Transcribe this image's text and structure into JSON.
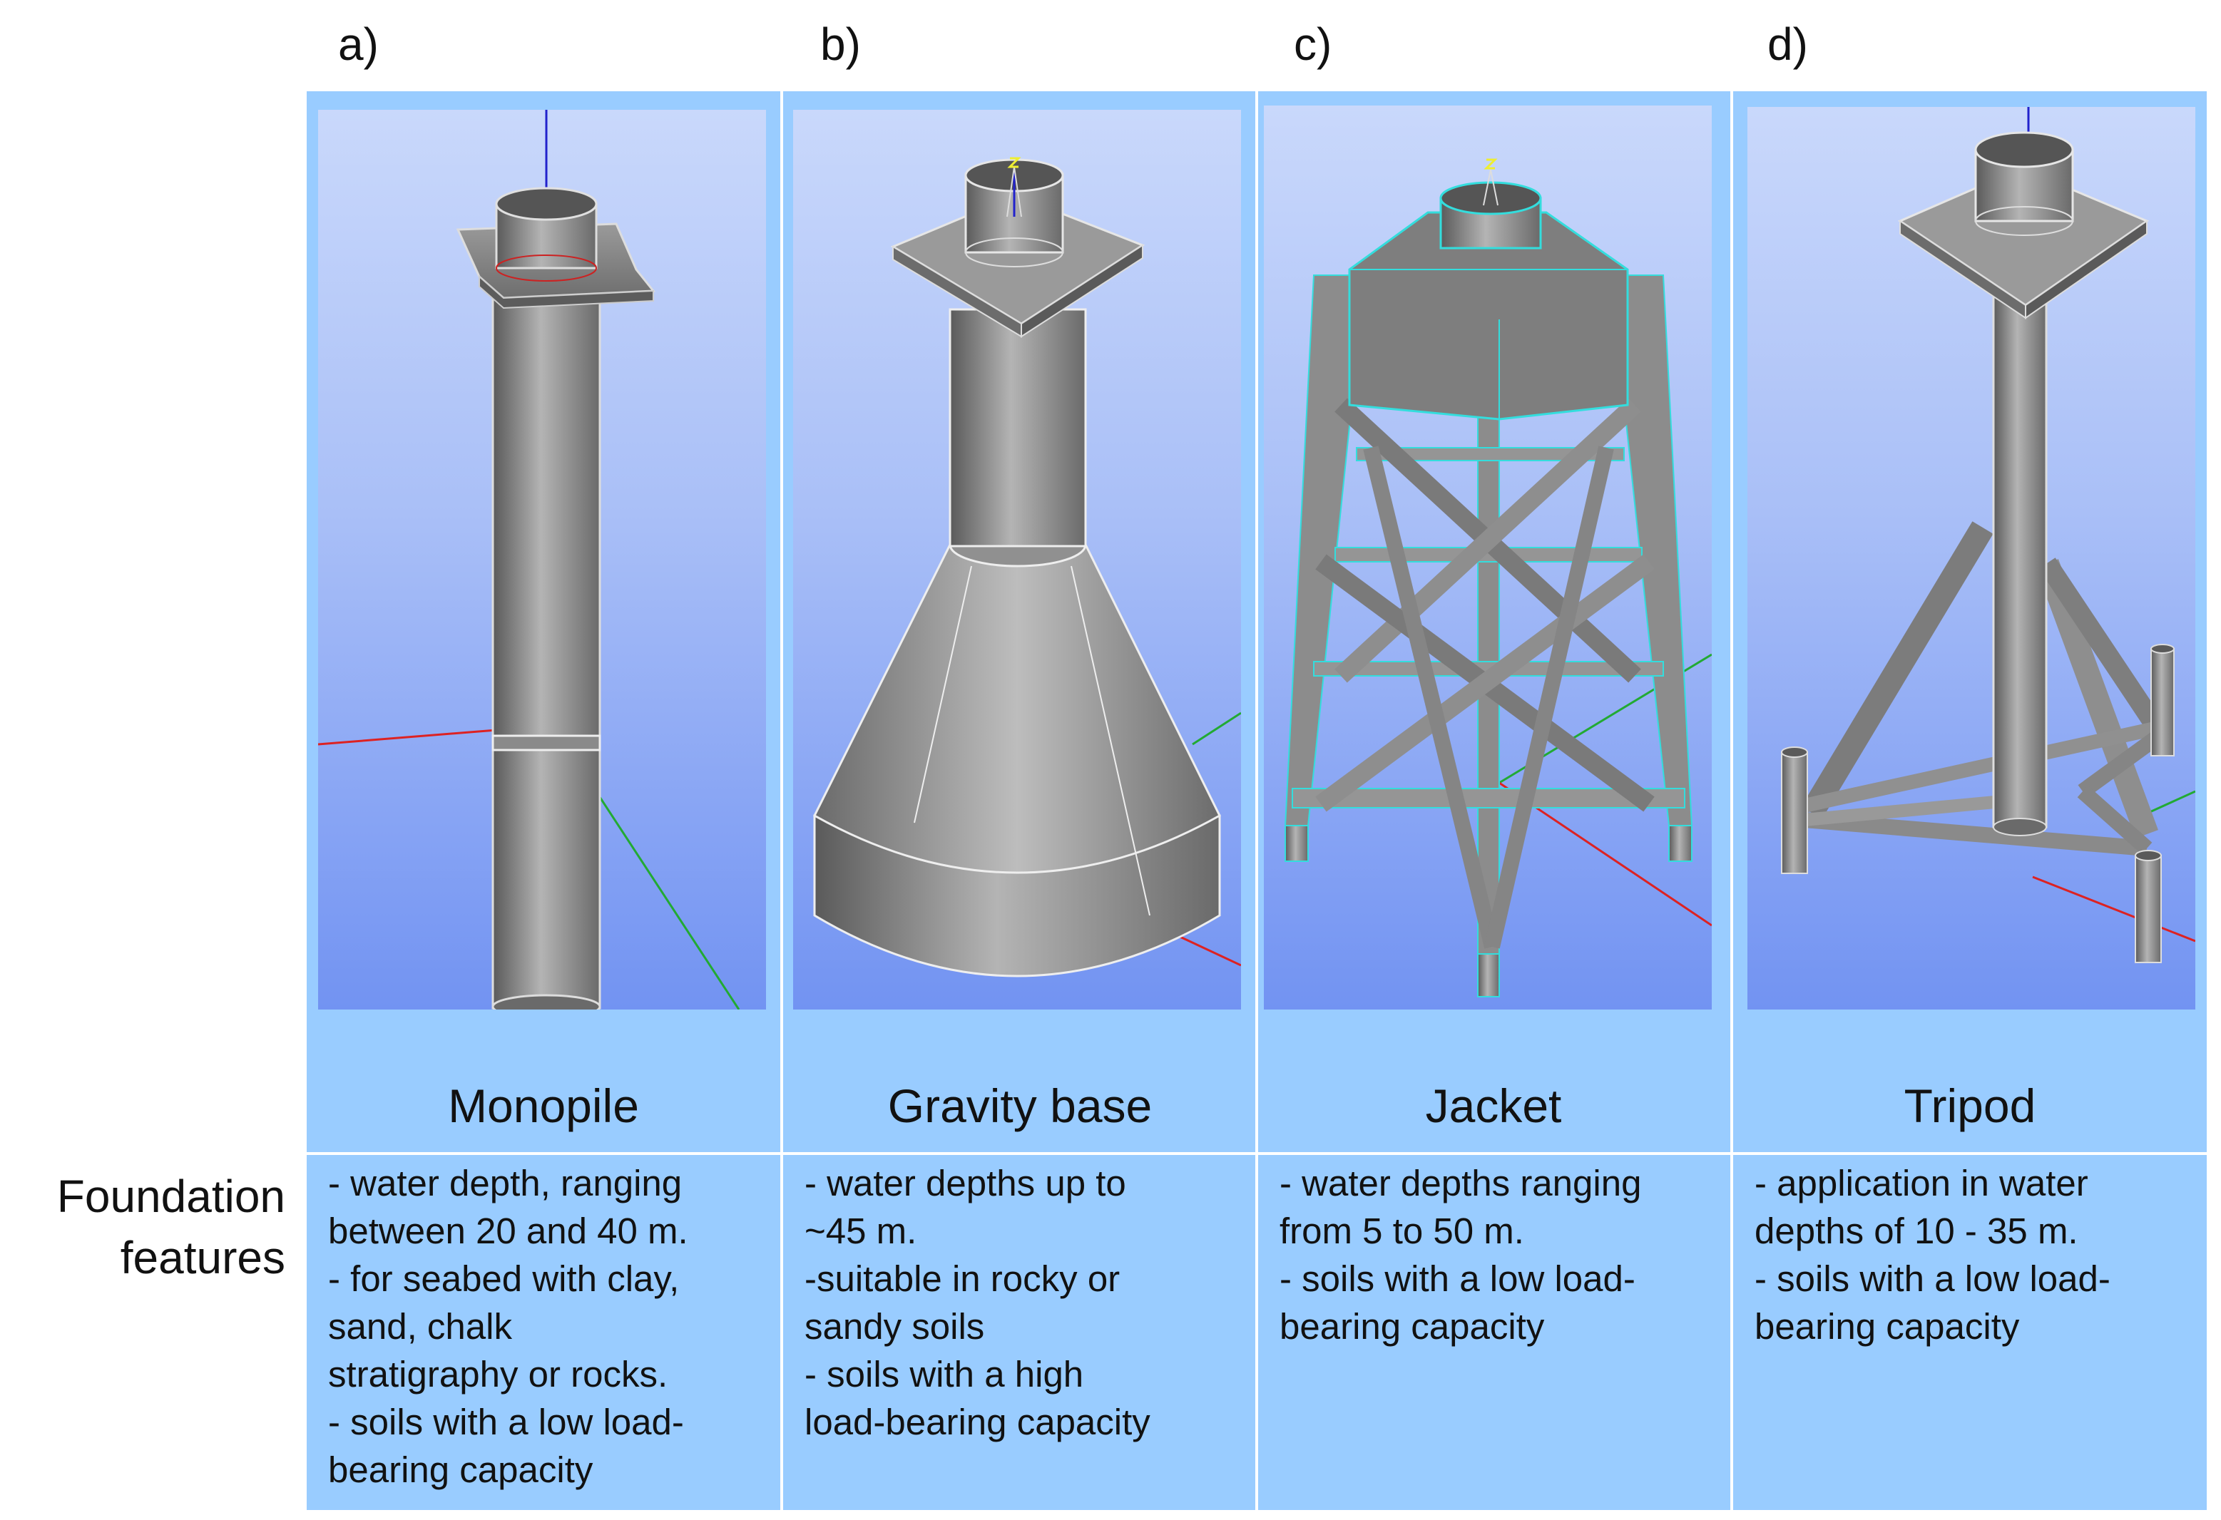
{
  "row_label": [
    "Foundation",
    "features"
  ],
  "panels": [
    {
      "letter": "a)",
      "title": "Monopile",
      "features": [
        "- water depth, ranging",
        "between 20 and 40 m.",
        "- for seabed with clay,",
        "sand, chalk",
        "stratigraphy or rocks.",
        "- soils with a low load-",
        "bearing capacity"
      ]
    },
    {
      "letter": "b)",
      "title": "Gravity base",
      "features": [
        "- water depths up to",
        "~45 m.",
        "-suitable in rocky or",
        "sandy soils",
        "- soils with a high",
        "load-bearing capacity"
      ]
    },
    {
      "letter": "c)",
      "title": "Jacket",
      "features": [
        "- water depths ranging",
        "from 5 to 50 m.",
        "- soils with a low load-",
        "bearing capacity"
      ]
    },
    {
      "letter": "d)",
      "title": "Tripod",
      "features": [
        "- application in water",
        "depths of 10 - 35 m.",
        "- soils with a low load-",
        "bearing capacity"
      ]
    }
  ],
  "colors": {
    "cell_background": "#99ccff",
    "viewport_top": "#c9d8fb",
    "viewport_bottom": "#7293f2",
    "structure_gray": "#8a8a8a",
    "edge_cyan": "#33dddd",
    "axis_x": "#dd2222",
    "axis_y": "#22aa33",
    "axis_z": "#2222cc"
  },
  "icons": [
    "monopile-model",
    "gravity-base-model",
    "jacket-model",
    "tripod-model"
  ]
}
